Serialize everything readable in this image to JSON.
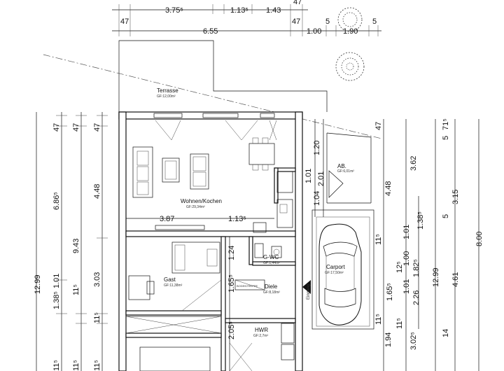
{
  "rooms": {
    "terrace": {
      "name": "Terrasse",
      "area": "GF:12,00m²"
    },
    "living": {
      "name": "Wohnen/Kochen",
      "area": "GF:29,34m²"
    },
    "storage": {
      "name": "AB.",
      "area": "GF:6,01m²"
    },
    "guest": {
      "name": "Gast",
      "area": "GF:11,38m²"
    },
    "wc": {
      "name": "G-WC",
      "area": "GF:1,44m²"
    },
    "hall": {
      "name": "Diele",
      "area": "GF:8,18m²"
    },
    "hwr": {
      "name": "HWR",
      "area": "GF:2,7m²"
    },
    "carport": {
      "name": "Carport",
      "area": "GF:17,50m²"
    }
  },
  "labels": {
    "bodentreppe": "BODENTREPPE",
    "entrance": "Eingang"
  },
  "dims": {
    "top1": [
      "3.75⁵",
      "1.13⁵",
      "1.43",
      "47"
    ],
    "top2": [
      "47",
      "6.55",
      "47",
      "1.00",
      "5",
      "1.90",
      "5"
    ],
    "left_outer": [
      "12.99"
    ],
    "left_2": [
      "1.01",
      "1.38⁵",
      "6.86⁵",
      "47"
    ],
    "left_3": [
      "9.43",
      "47",
      "11⁵"
    ],
    "left_4": [
      "4.48",
      "3.03",
      "11⁵",
      "47"
    ],
    "left_bottom": [
      "11⁵",
      "11⁵",
      "11⁵"
    ],
    "inner_h": [
      "3.87",
      "1.13⁵"
    ],
    "inner_v": [
      "1.24",
      "1.65⁵",
      "2.05⁵"
    ],
    "ab_dims": [
      "1.20",
      "1.01",
      "2.01",
      "1.04"
    ],
    "right_1": [
      "47",
      "4.48",
      "11⁵",
      "1.94",
      "11⁵"
    ],
    "right_2": [
      "3.62",
      "1.01",
      "1.00",
      "1.65⁵",
      "3.02⁵"
    ],
    "right_3": [
      "1.38⁵",
      "1.82⁵",
      "1.01",
      "2.26"
    ],
    "right_4": [
      "12⁵",
      "11⁵"
    ],
    "right_5": [
      "5",
      "3.15",
      "5",
      "12.99",
      "14"
    ],
    "right_6": [
      "71⁵",
      "4.61",
      "8.00"
    ]
  }
}
